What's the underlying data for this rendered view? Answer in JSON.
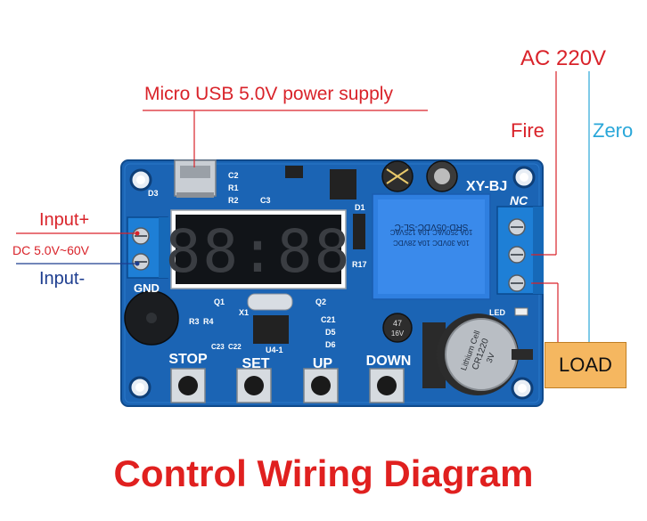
{
  "title": "Control Wiring Diagram",
  "labels": {
    "usb_supply": "Micro USB 5.0V power supply",
    "ac": "AC 220V",
    "fire": "Fire",
    "zero": "Zero",
    "input_plus": "Input+",
    "dc_range": "DC 5.0V~60V",
    "input_minus": "Input-",
    "load": "LOAD"
  },
  "board": {
    "brand": "XY-BJ",
    "nc": "NC",
    "gnd": "GND",
    "led": "LED",
    "display_digits": "88:88",
    "relay": {
      "model": "SRD-05VDC-SL-C",
      "rating1": "10A 250VAC 10A 125VAC",
      "rating2": "10A 30VDC 10A 28VDC"
    },
    "cell": {
      "type": "Lithium Cell",
      "model": "CR1220",
      "voltage": "3V"
    },
    "capacitor": {
      "value": "47",
      "voltage": "16V"
    },
    "components": {
      "d3": "D3",
      "c2": "C2",
      "r1": "R1",
      "r2": "R2",
      "c3": "C3",
      "d1": "D1",
      "r17": "R17",
      "q1": "Q1",
      "x1": "X1",
      "q2": "Q2",
      "c21": "C21",
      "d5": "D5",
      "d6": "D6",
      "r3": "R3",
      "r4": "R4",
      "c23": "C23",
      "c22": "C22",
      "u41": "U4-1"
    },
    "buttons": [
      {
        "label": "STOP"
      },
      {
        "label": "SET"
      },
      {
        "label": "UP"
      },
      {
        "label": "DOWN"
      }
    ]
  },
  "colors": {
    "pcb": "#1b64b4",
    "label_red": "#d9232a",
    "label_blue": "#2aa7d9",
    "load_fill": "#f5b760",
    "title": "#e0201f"
  }
}
